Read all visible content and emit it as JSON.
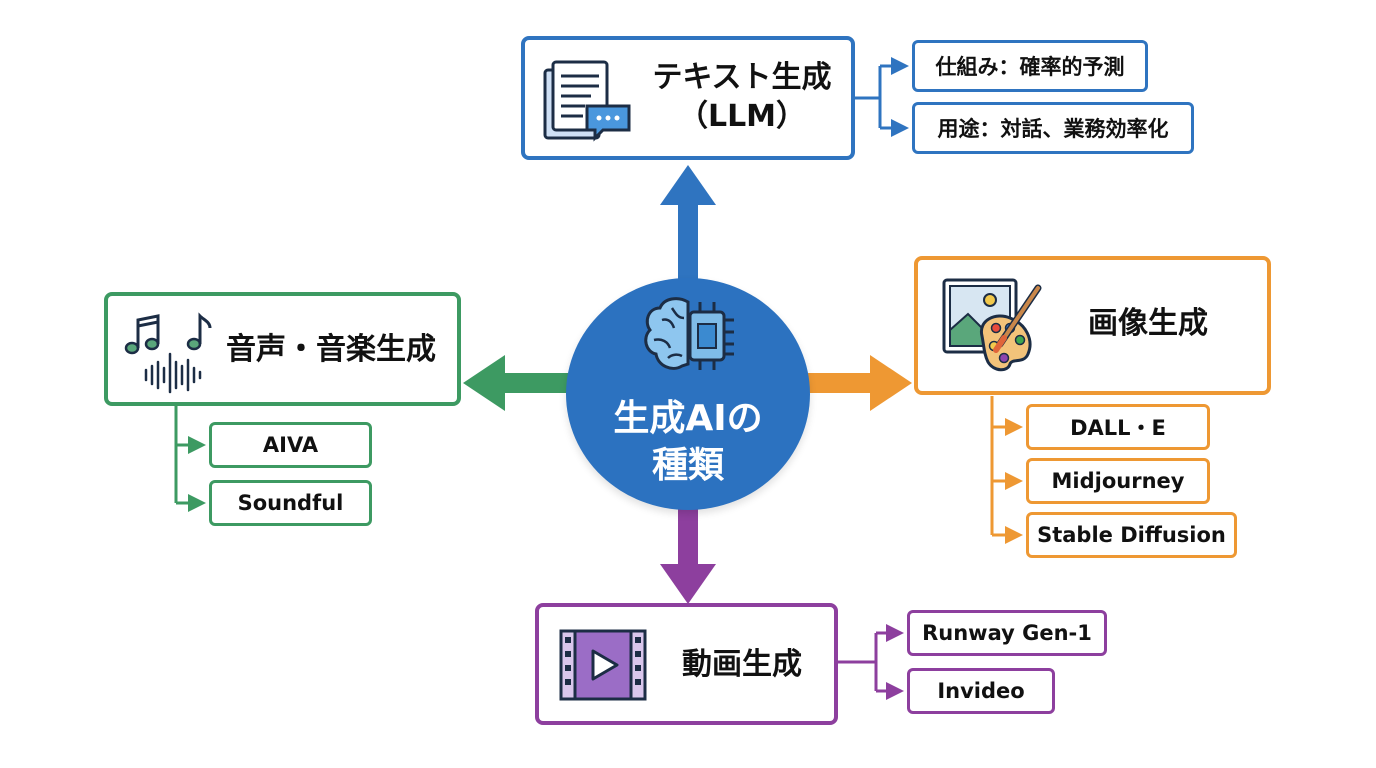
{
  "center": {
    "line1": "生成AIの",
    "line2": "種類",
    "icon": "brain-chip-icon",
    "color": "#2c72c0"
  },
  "categories": {
    "text": {
      "title_line1": "テキスト生成",
      "title_line2": "（LLM）",
      "icon": "document-chat-icon",
      "color": "#2f74c0",
      "items": [
        "仕組み：確率的予測",
        "用途：対話、業務効率化"
      ]
    },
    "image": {
      "title": "画像生成",
      "icon": "picture-palette-icon",
      "color": "#ee9833",
      "items": [
        "DALL・E",
        "Midjourney",
        "Stable Diffusion"
      ]
    },
    "audio": {
      "title": "音声・音楽生成",
      "icon": "music-wave-icon",
      "color": "#3d9a62",
      "items": [
        "AIVA",
        "Soundful"
      ]
    },
    "video": {
      "title": "動画生成",
      "icon": "film-play-icon",
      "color": "#8d3f9e",
      "items": [
        "Runway Gen-1",
        "Invideo"
      ]
    }
  }
}
